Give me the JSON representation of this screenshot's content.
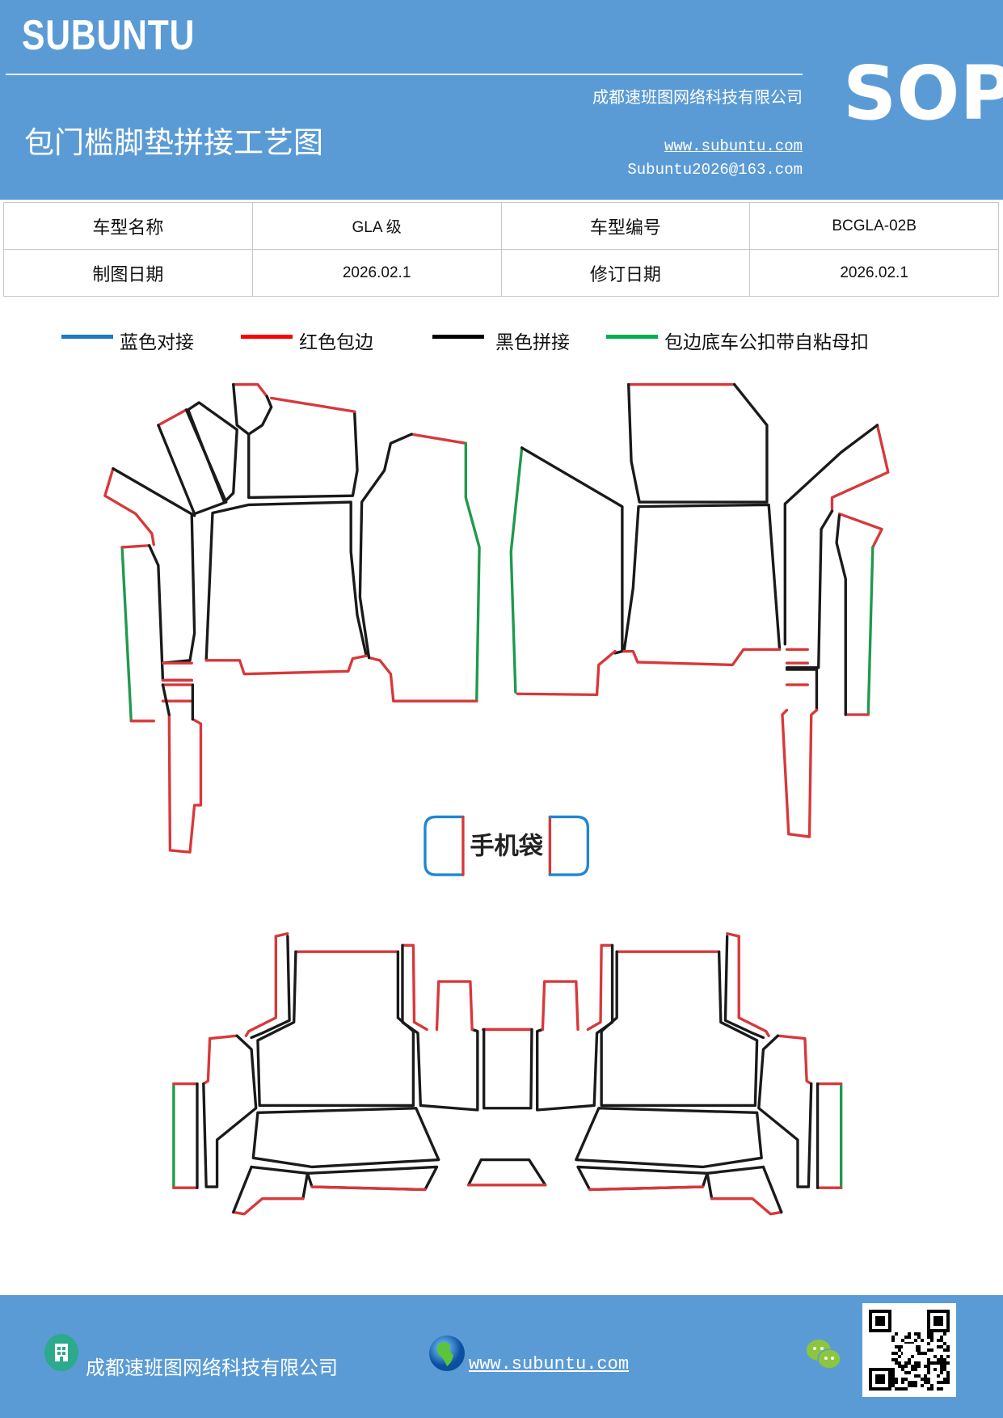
{
  "header": {
    "brand": "SUBUNTU",
    "company": "成都速班图网络科技有限公司",
    "title": "包门槛脚垫拼接工艺图",
    "website": "www.subuntu.com",
    "email": "Subuntu2026@163.com",
    "badge": "SOP",
    "background_color": "#5B9BD5"
  },
  "info_table": {
    "rows": [
      [
        "车型名称",
        "GLA 级",
        "车型编号",
        "BCGLA-02B"
      ],
      [
        "制图日期",
        "2026.02.1",
        "修订日期",
        "2026.02.1"
      ]
    ]
  },
  "legend": [
    {
      "label": "蓝色对接",
      "color": "#1F78C8"
    },
    {
      "label": "红色包边",
      "color": "#FF0000"
    },
    {
      "label": "黑色拼接",
      "color": "#000000"
    },
    {
      "label": "包边底车公扣带自粘母扣",
      "color": "#00B050"
    }
  ],
  "diagram": {
    "phone_pocket_label": "手机袋",
    "colors": {
      "blue": "#1F86D6",
      "red": "#D8383A",
      "black": "#1A1A1A",
      "green": "#1E9A4C"
    }
  },
  "footer": {
    "company": "成都速班图网络科技有限公司",
    "website": "www.subuntu.com",
    "icons": [
      "building-icon",
      "globe-icon",
      "wechat-icon",
      "qr-code"
    ]
  }
}
